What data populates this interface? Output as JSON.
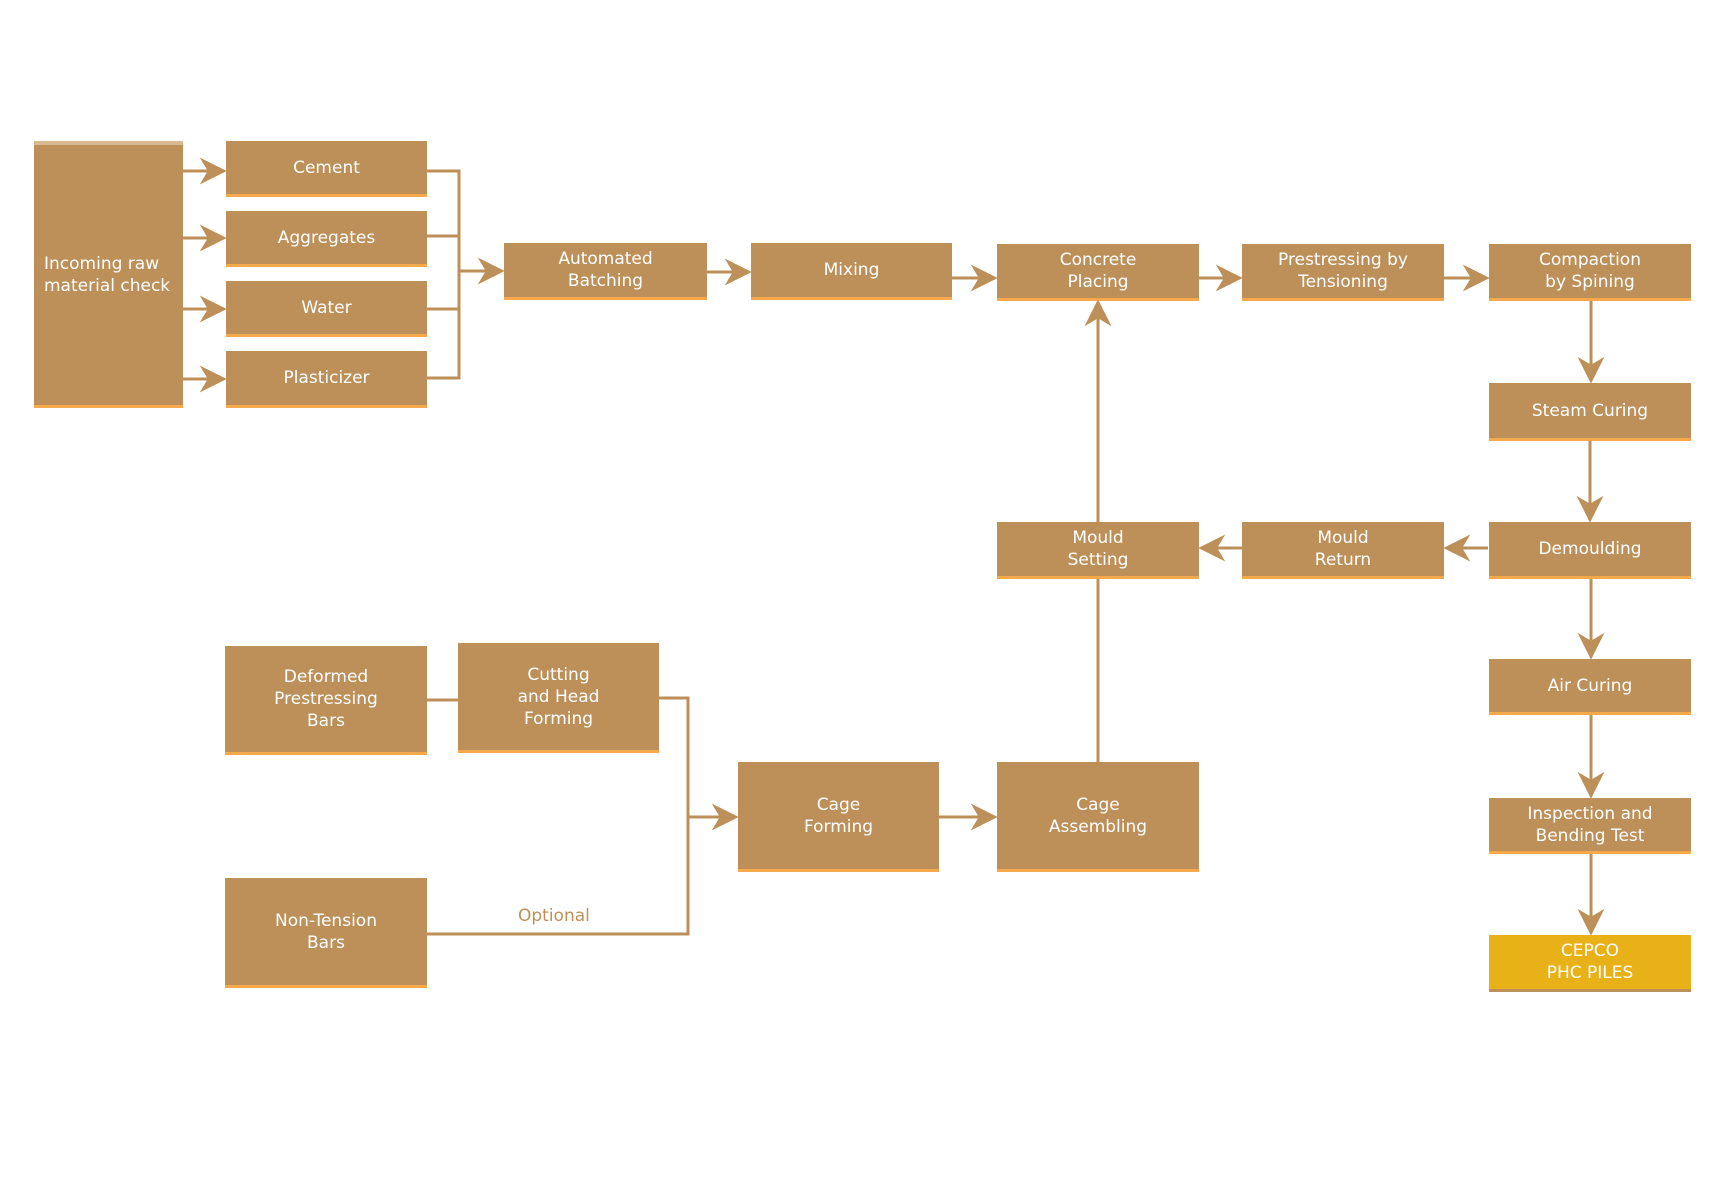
{
  "diagram": {
    "colors": {
      "box": "#BE9059",
      "box_border": "#F5A94A",
      "final_box": "#E9B118",
      "line": "#BE9059",
      "text": "#FFFFFF"
    },
    "nodes": {
      "incoming": "Incoming raw\nmaterial check",
      "cement": "Cement",
      "aggregates": "Aggregates",
      "water": "Water",
      "plasticizer": "Plasticizer",
      "batching": "Automated\nBatching",
      "mixing": "Mixing",
      "concrete_placing": "Concrete\nPlacing",
      "prestressing": "Prestressing by\nTensioning",
      "compaction": "Compaction\nby Spining",
      "steam_curing": "Steam Curing",
      "demoulding": "Demoulding",
      "mould_return": "Mould\nReturn",
      "mould_setting": "Mould\nSetting",
      "air_curing": "Air Curing",
      "inspection": "Inspection and\nBending Test",
      "final": "CEPCO\nPHC PILES",
      "deformed_bars": "Deformed\nPrestressing\nBars",
      "cutting": "Cutting\nand Head\nForming",
      "non_tension": "Non-Tension\nBars",
      "cage_forming": "Cage\nForming",
      "cage_assembling": "Cage\nAssembling"
    },
    "edge_labels": {
      "optional": "Optional"
    }
  }
}
